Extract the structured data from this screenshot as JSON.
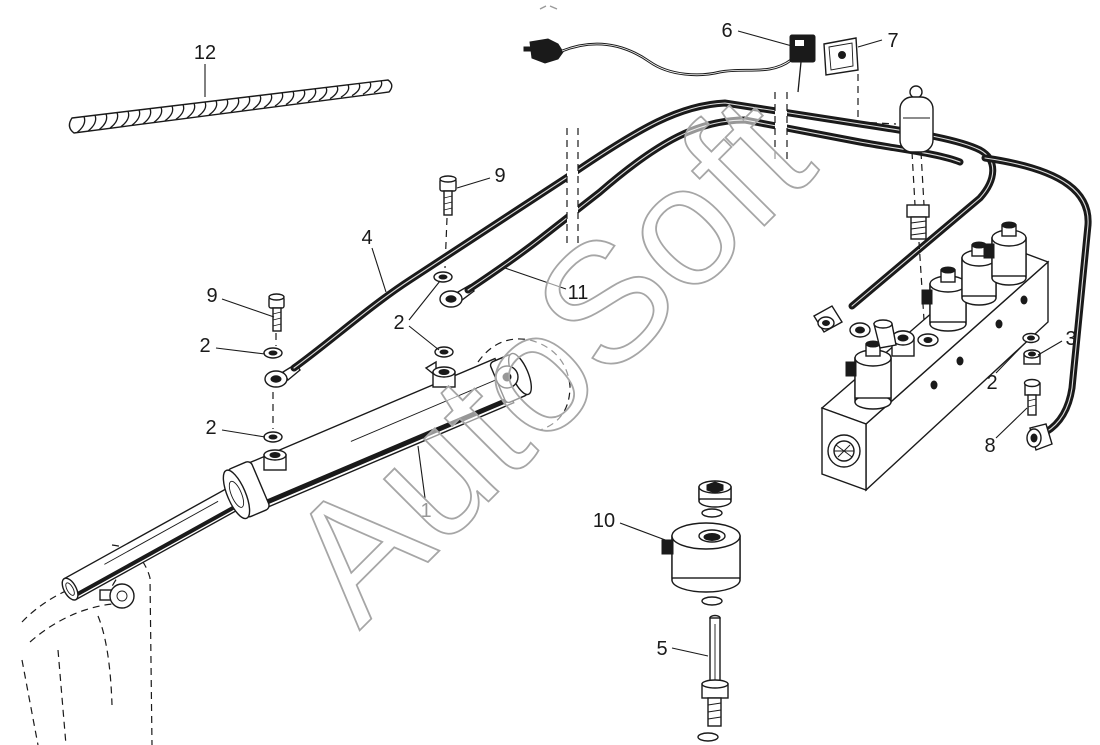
{
  "watermark": "AutoSoft",
  "callouts": {
    "spiral_wrap": "12",
    "connector": "6",
    "plate": "7",
    "bolt_upper": "9",
    "hose_upper": "4",
    "hose_lower": "11",
    "bolt_left": "9",
    "washer_left_upper": "2",
    "washer_center": "2",
    "washer_left_lower": "2",
    "cylinder": "1",
    "nut_right": "3",
    "washer_right": "2",
    "fitting_right": "8",
    "coil": "10",
    "stem": "5"
  }
}
